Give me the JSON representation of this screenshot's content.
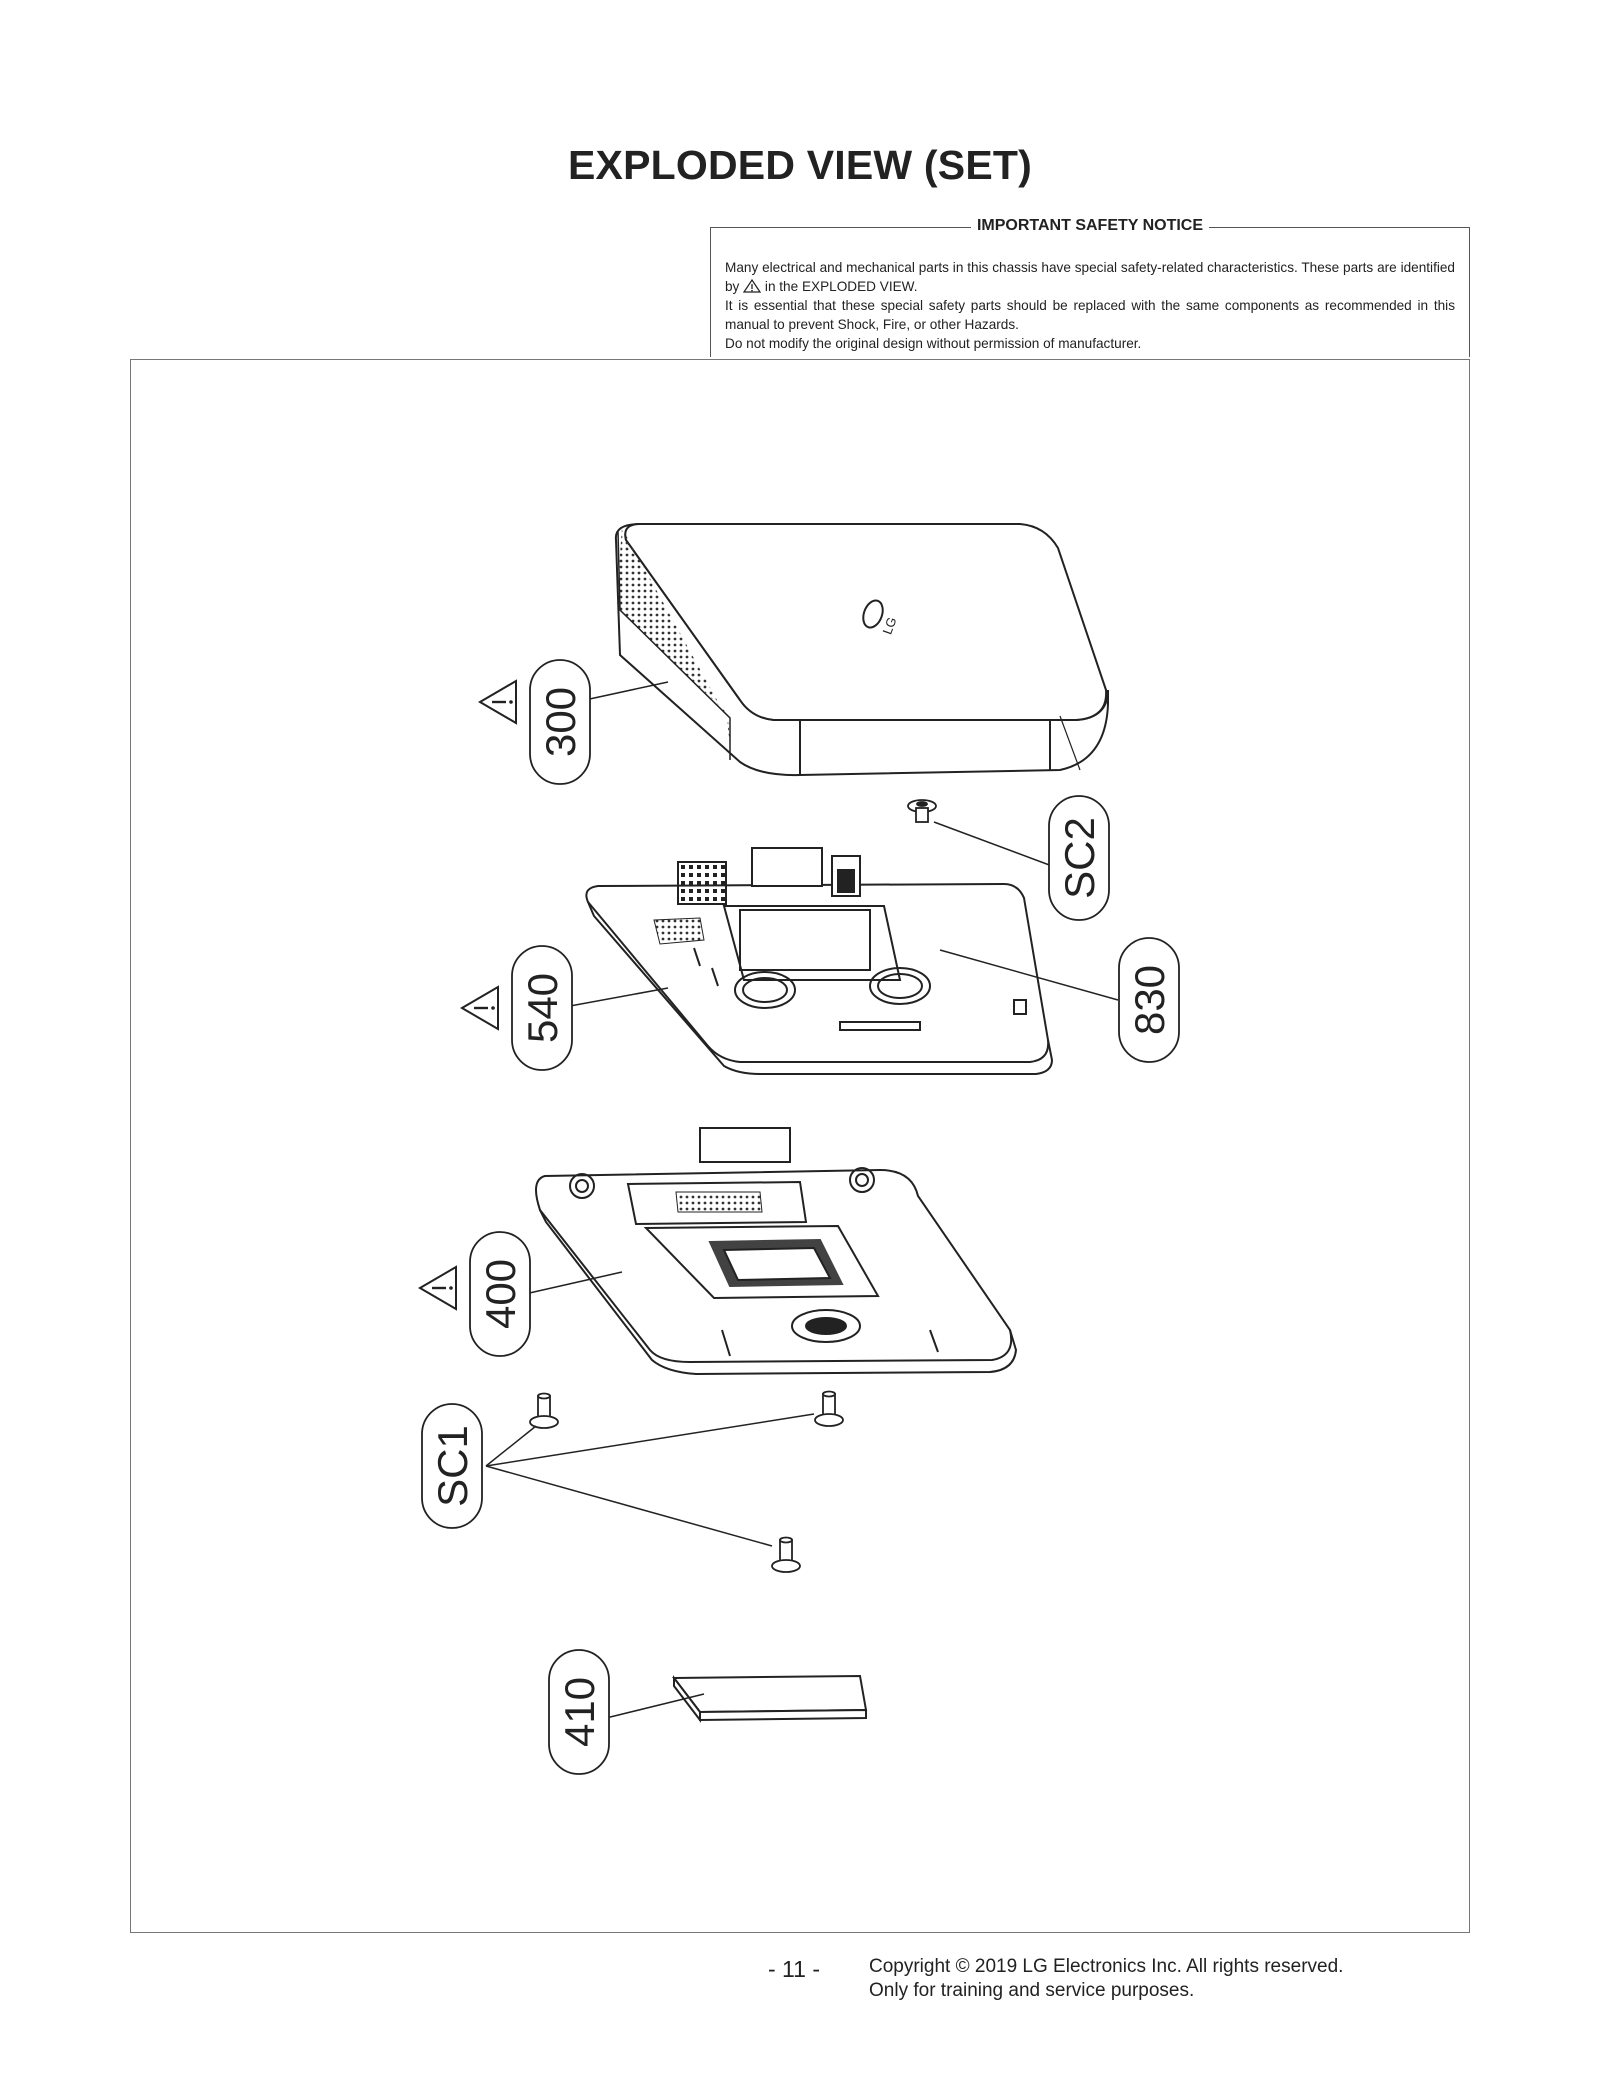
{
  "title": "EXPLODED VIEW (SET)",
  "notice": {
    "heading": "IMPORTANT SAFETY NOTICE",
    "line1_a": "Many electrical and mechanical parts in this chassis have special safety-related characteristics. These parts are identified by",
    "line1_b": "in the EXPLODED VIEW.",
    "line2": "It is essential that these special safety parts should be replaced with the same components as recommended in this manual to prevent Shock, Fire, or other Hazards.",
    "line3": "Do not modify the original design without permission of manufacturer."
  },
  "parts": {
    "p300": "300",
    "sc2": "SC2",
    "p540": "540",
    "p830": "830",
    "p400": "400",
    "sc1": "SC1",
    "p410": "410"
  },
  "footer": {
    "page": "- 11 -",
    "copyright1": "Copyright © 2019 LG Electronics Inc. All rights reserved.",
    "copyright2": "Only for training and service purposes."
  }
}
